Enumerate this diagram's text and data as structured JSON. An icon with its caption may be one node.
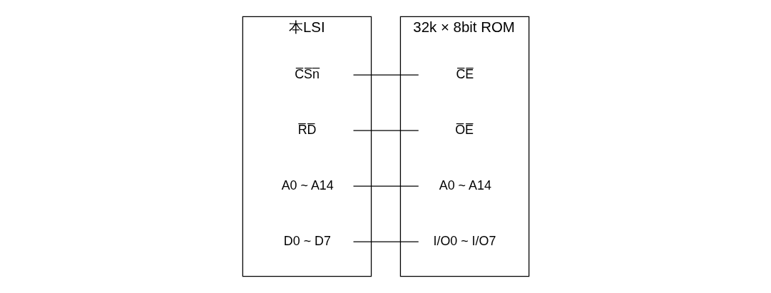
{
  "diagram": {
    "nodes": [
      {
        "text": [
          "本LSI"
        ]
      },
      {
        "text": [
          "C̅S̅n̅"
        ],
        "in": 0
      },
      {
        "text": [
          "R̅D̅"
        ],
        "in": 0
      },
      {
        "text": [
          "A0 ~ A14"
        ],
        "in": 0
      },
      {
        "text": [
          "D0 ~ D7"
        ],
        "in": 0
      },
      {
        "text": [
          "32k × 8bit ROM"
        ]
      },
      {
        "text": [
          "C̅E̅"
        ],
        "in": 5
      },
      {
        "text": [
          "O̅E̅"
        ],
        "in": 5
      },
      {
        "text": [
          "A0 ~ A14"
        ],
        "in": 5
      },
      {
        "text": [
          "I/O0 ~ I/O7"
        ],
        "in": 5
      }
    ],
    "edges": [
      {
        "from": 1,
        "to": 6,
        "arrow": "none"
      },
      {
        "from": 2,
        "to": 7,
        "arrow": "none"
      },
      {
        "from": 3,
        "to": 8,
        "arrow": "none"
      },
      {
        "from": 4,
        "to": 9,
        "arrow": "none"
      }
    ]
  }
}
